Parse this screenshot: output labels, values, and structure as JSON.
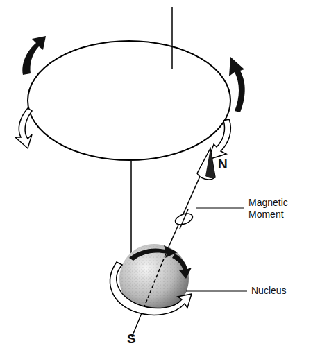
{
  "diagram": {
    "labels": [
      "N",
      "Magnetic Moment",
      "Nucleus",
      "S"
    ]
  }
}
